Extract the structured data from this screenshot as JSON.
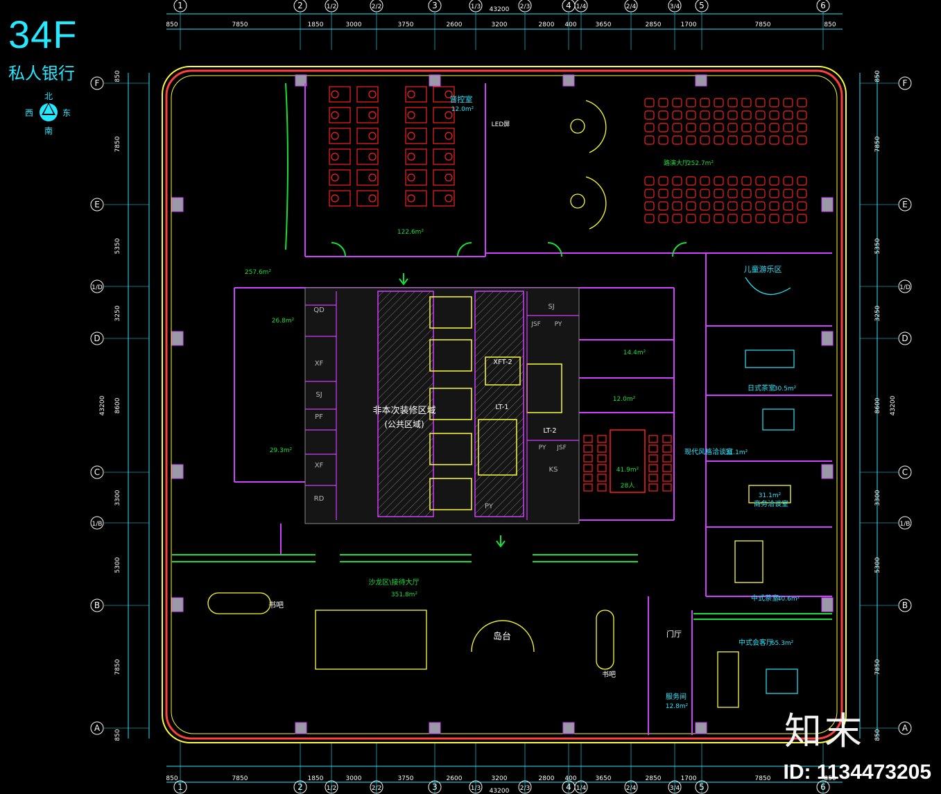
{
  "header": {
    "floor": "34F",
    "subtitle": "私人银行"
  },
  "compass": {
    "north": "北",
    "west": "西",
    "east": "东",
    "south": "南"
  },
  "axes": {
    "columns": [
      "1",
      "2",
      "1/2",
      "2/2",
      "3",
      "1/3",
      "2/3",
      "4",
      "1/4",
      "2/4",
      "3/4",
      "5",
      "6"
    ],
    "rows": [
      "F",
      "E",
      "1/D",
      "D",
      "C",
      "1/B",
      "B",
      "A"
    ],
    "top_dims": [
      "850",
      "7850",
      "1850",
      "3000",
      "3750",
      "2600",
      "3200",
      "2800",
      "400",
      "3650",
      "2850",
      "1700",
      "7850",
      "850"
    ],
    "total": "43200",
    "side_dims": [
      "850",
      "7850",
      "5350",
      "3250",
      "8600",
      "3300",
      "5300",
      "7850",
      "850"
    ]
  },
  "rooms": {
    "audio": "音控室",
    "audio_area": "12.0m²",
    "led": "LED屏",
    "lecture": "路演大厅",
    "lecture_area": "252.7m²",
    "office_area": "122.6m²",
    "west_area": "257.6m²",
    "kids": "儿童游乐区",
    "area_148": "26.8m²",
    "area_293": "29.3m²",
    "area_144": "14.4m²",
    "area_120": "12.0m²",
    "japanese": "日式茶室",
    "japanese_area": "30.5m²",
    "modern": "现代风格洽谈室",
    "modern_area": "31.1m²",
    "business": "商务洽谈室",
    "business_area": "31.1m²",
    "meeting_area": "41.9m²",
    "meeting_people": "28人",
    "chinese_tea": "中式茶室",
    "chinese_tea_area": "40.6m²",
    "chinese_guest": "中式会客厅",
    "chinese_guest_area": "65.3m²",
    "salon": "沙龙区\\接待大厅",
    "salon_area": "351.8m²",
    "island": "岛台",
    "book_bar": "书吧",
    "book_bar2": "书吧",
    "foyer": "门厅",
    "service": "服务间",
    "service_area": "12.8m²",
    "non_deco": "非本次装修区域",
    "public": "(公共区域)"
  },
  "core": {
    "qd": "QD",
    "xf": "XF",
    "sj": "SJ",
    "pf": "PF",
    "xf2": "XF",
    "rd": "RD",
    "sj2": "SJ",
    "jsf": "JSF",
    "py": "PY",
    "py2": "PY",
    "py3": "PY",
    "jsf2": "JSF",
    "ks": "KS",
    "lt1": "LT-1",
    "lt2": "LT-2",
    "xft2": "XFT-2"
  },
  "watermark": {
    "logo": "知末",
    "id": "ID: 1134473205"
  },
  "colors": {
    "cyan": "#26e8ff",
    "red": "#ff2020",
    "yellow": "#ffff33",
    "green": "#18e03a",
    "magenta": "#d040ff",
    "white": "#ffffff",
    "grey": "#8a8a8a"
  }
}
